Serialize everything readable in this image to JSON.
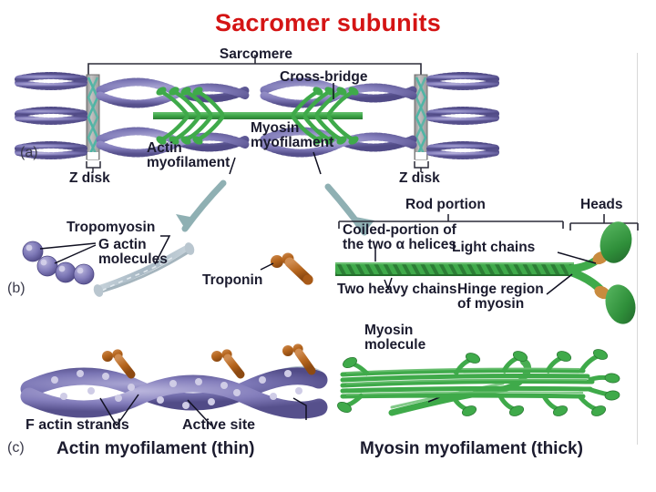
{
  "slide": {
    "title": "Sacromer subunits",
    "title_color": "#d41414",
    "background": "#ffffff"
  },
  "panels": [
    {
      "id": "a",
      "letter": "(a)"
    },
    {
      "id": "b",
      "letter": "(b)"
    },
    {
      "id": "c",
      "letter": "(c)"
    }
  ],
  "panel_a": {
    "bracket_label": "Sarcomere",
    "labels": {
      "cross_bridge": "Cross-bridge",
      "z_disk_left": "Z disk",
      "z_disk_right": "Z disk",
      "actin_myofilament": "Actin\nmyofilament",
      "myosin_myofilament": "Myosin\nmyofilament"
    }
  },
  "panel_b_left": {
    "labels": {
      "tropomyosin": "Tropomyosin",
      "g_actin": "G actin\nmolecules",
      "troponin": "Troponin"
    }
  },
  "panel_b_right": {
    "labels": {
      "rod_portion": "Rod portion",
      "heads": "Heads",
      "coiled_portion": "Coiled-portion of\nthe two α helices",
      "light_chains": "Light chains",
      "two_heavy_chains": "Two heavy chains",
      "hinge_region": "Hinge region\nof myosin",
      "myosin_molecule": "Myosin\nmolecule"
    }
  },
  "panel_c": {
    "labels": {
      "f_actin_strands": "F actin strands",
      "active_site": "Active site",
      "actin_myofilament_thin": "Actin myofilament (thin)",
      "myosin_myofilament_thick": "Myosin myofilament (thick)"
    }
  },
  "colors": {
    "actin_purple": "#7b76b5",
    "actin_purple_dark": "#5d5795",
    "actin_highlight": "#c3c0dd",
    "myosin_green": "#3faa4a",
    "myosin_green_dark": "#2e8038",
    "myosin_green_light": "#6cc073",
    "tropomyosin_gray": "#b9c6cf",
    "tropomyosin_gray_dark": "#8fa2ae",
    "troponin_brown": "#b5651d",
    "troponin_brown_light": "#cf8044",
    "zdisk_gray": "#b0b0b0",
    "zdisk_teal": "#4fb5a5",
    "arrow_teal": "#8fb0b3",
    "label_ink": "#1b1b2e",
    "bracket_ink": "#2b2b38",
    "title_red": "#d41414"
  }
}
